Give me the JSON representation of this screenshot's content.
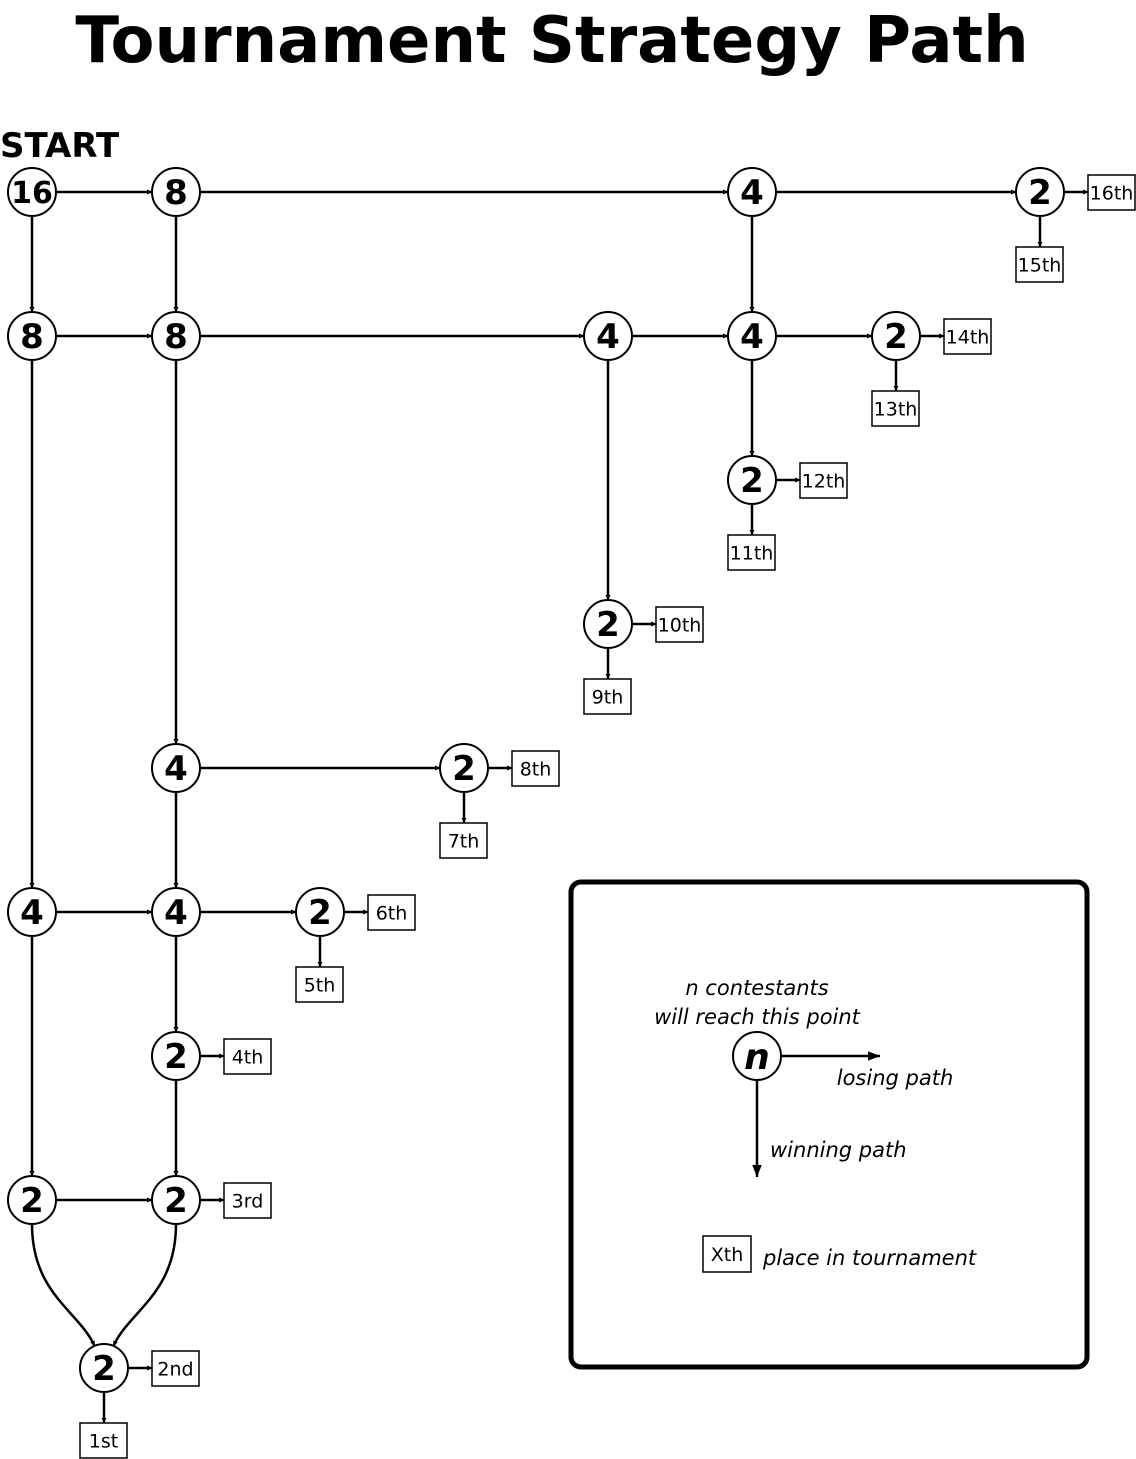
{
  "title": "Tournament Strategy Path",
  "start_label": "START",
  "nodes": [
    {
      "id": "n16",
      "label": "16"
    },
    {
      "id": "a8",
      "label": "8"
    },
    {
      "id": "a4",
      "label": "4"
    },
    {
      "id": "a2",
      "label": "2"
    },
    {
      "id": "b8l",
      "label": "8"
    },
    {
      "id": "b8",
      "label": "8"
    },
    {
      "id": "b4a",
      "label": "4"
    },
    {
      "id": "b4b",
      "label": "4"
    },
    {
      "id": "b2",
      "label": "2"
    },
    {
      "id": "c2",
      "label": "2"
    },
    {
      "id": "d2",
      "label": "2"
    },
    {
      "id": "e4",
      "label": "4"
    },
    {
      "id": "e2",
      "label": "2"
    },
    {
      "id": "f4l",
      "label": "4"
    },
    {
      "id": "f4",
      "label": "4"
    },
    {
      "id": "f2",
      "label": "2"
    },
    {
      "id": "g2",
      "label": "2"
    },
    {
      "id": "h2l",
      "label": "2"
    },
    {
      "id": "h2",
      "label": "2"
    },
    {
      "id": "z2",
      "label": "2"
    }
  ],
  "places": [
    {
      "id": "p16",
      "label": "16th"
    },
    {
      "id": "p15",
      "label": "15th"
    },
    {
      "id": "p14",
      "label": "14th"
    },
    {
      "id": "p13",
      "label": "13th"
    },
    {
      "id": "p12",
      "label": "12th"
    },
    {
      "id": "p11",
      "label": "11th"
    },
    {
      "id": "p10",
      "label": "10th"
    },
    {
      "id": "p9",
      "label": "9th"
    },
    {
      "id": "p8",
      "label": "8th"
    },
    {
      "id": "p7",
      "label": "7th"
    },
    {
      "id": "p6",
      "label": "6th"
    },
    {
      "id": "p5",
      "label": "5th"
    },
    {
      "id": "p4",
      "label": "4th"
    },
    {
      "id": "p3",
      "label": "3rd"
    },
    {
      "id": "p2",
      "label": "2nd"
    },
    {
      "id": "p1",
      "label": "1st"
    }
  ],
  "edges": [
    {
      "from": "n16",
      "to": "a8"
    },
    {
      "from": "n16",
      "to": "b8l"
    },
    {
      "from": "a8",
      "to": "a4"
    },
    {
      "from": "a8",
      "to": "b8"
    },
    {
      "from": "a4",
      "to": "a2"
    },
    {
      "from": "a4",
      "to": "b4b"
    },
    {
      "from": "a2",
      "to": "p16"
    },
    {
      "from": "a2",
      "to": "p15"
    },
    {
      "from": "b8l",
      "to": "b8"
    },
    {
      "from": "b8l",
      "to": "f4l"
    },
    {
      "from": "b8",
      "to": "b4a"
    },
    {
      "from": "b8",
      "to": "e4"
    },
    {
      "from": "b4a",
      "to": "b4b"
    },
    {
      "from": "b4a",
      "to": "d2"
    },
    {
      "from": "b4b",
      "to": "b2"
    },
    {
      "from": "b4b",
      "to": "c2"
    },
    {
      "from": "b2",
      "to": "p14"
    },
    {
      "from": "b2",
      "to": "p13"
    },
    {
      "from": "c2",
      "to": "p12"
    },
    {
      "from": "c2",
      "to": "p11"
    },
    {
      "from": "d2",
      "to": "p10"
    },
    {
      "from": "d2",
      "to": "p9"
    },
    {
      "from": "e4",
      "to": "e2"
    },
    {
      "from": "e4",
      "to": "f4"
    },
    {
      "from": "e2",
      "to": "p8"
    },
    {
      "from": "e2",
      "to": "p7"
    },
    {
      "from": "f4l",
      "to": "f4"
    },
    {
      "from": "f4l",
      "to": "h2l"
    },
    {
      "from": "f4",
      "to": "f2"
    },
    {
      "from": "f4",
      "to": "g2"
    },
    {
      "from": "f2",
      "to": "p6"
    },
    {
      "from": "f2",
      "to": "p5"
    },
    {
      "from": "g2",
      "to": "p4"
    },
    {
      "from": "g2",
      "to": "h2"
    },
    {
      "from": "h2l",
      "to": "h2"
    },
    {
      "from": "h2l",
      "to": "z2"
    },
    {
      "from": "h2",
      "to": "p3"
    },
    {
      "from": "h2",
      "to": "z2"
    },
    {
      "from": "z2",
      "to": "p2"
    },
    {
      "from": "z2",
      "to": "p1"
    }
  ],
  "legend": {
    "node_caption_line1": "n contestants",
    "node_caption_line2": "will reach this point",
    "node_label": "n",
    "losing_label": "losing path",
    "winning_label": "winning path",
    "place_box_label": "Xth",
    "place_caption": "place in tournament"
  }
}
